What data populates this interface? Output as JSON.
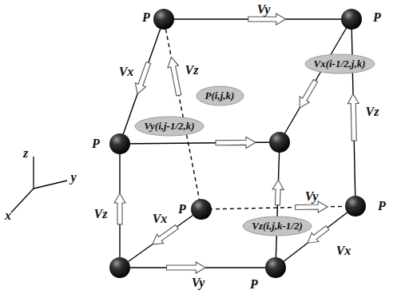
{
  "diagram": {
    "nodes": [
      {
        "text": [
          "Vx(i-1/2,j,k)"
        ]
      },
      {
        "text": [
          "P(i,j,k)"
        ]
      },
      {
        "text": [
          "Vy(i,j-1/2,k)"
        ]
      },
      {
        "text": [
          "Vz(i,j,k-1/2)"
        ]
      }
    ],
    "labels": [
      "P",
      "Vy",
      "P",
      "Vx",
      "Vz",
      "Vz",
      "P",
      "Vx",
      "Vy",
      "P",
      "P",
      "Vz",
      "Vx",
      "Vy",
      "P",
      "z",
      "y",
      "x"
    ]
  }
}
